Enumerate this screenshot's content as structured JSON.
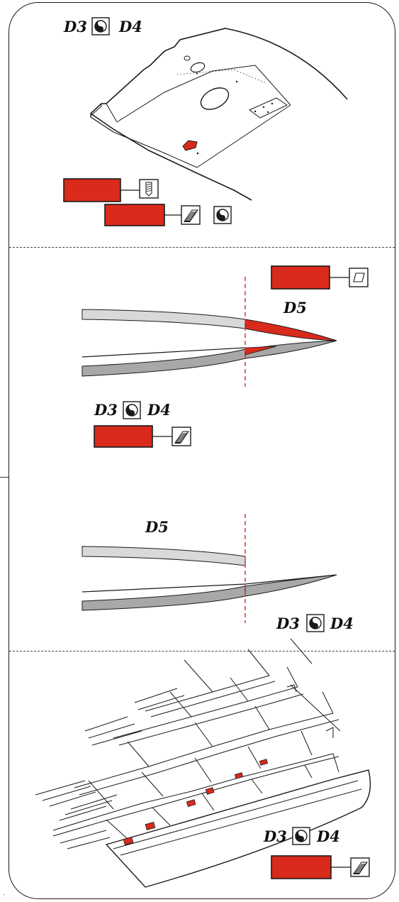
{
  "panel1": {
    "left_label": "D3",
    "right_label": "D4"
  },
  "panel2": {
    "upper_label": "D5",
    "left_label": "D3",
    "right_label": "D4"
  },
  "panel3": {
    "upper_label": "D5",
    "left_label": "D3",
    "right_label": "D4"
  },
  "panel4": {
    "left_label": "D3",
    "right_label": "D4"
  },
  "icons": {
    "yin_yang": "yin-yang-icon",
    "drill": "drill-bit-icon",
    "sanding": "sanding-block-icon",
    "sheet": "sheet-icon"
  },
  "colors": {
    "highlight": "#d92a1c",
    "outline": "#1a1a1a",
    "light_gray": "#d9d9d9",
    "mid_gray": "#a8a8a8"
  }
}
